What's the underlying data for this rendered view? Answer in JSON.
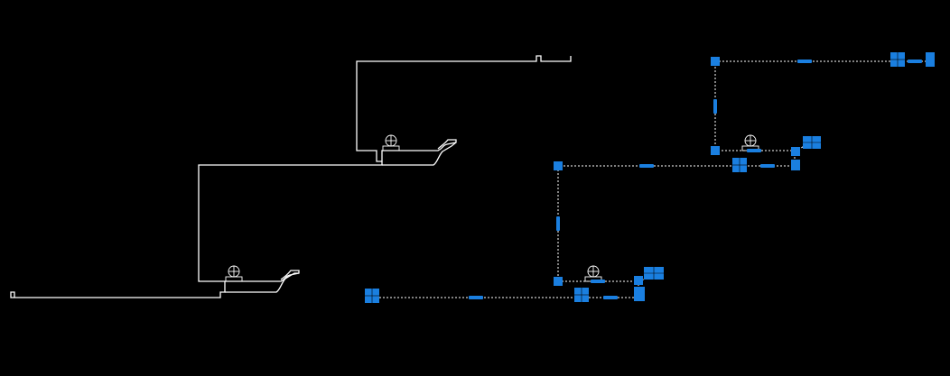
{
  "canvas": {
    "background": "#000000",
    "line_color": "#ffffff",
    "grip_color": "#1a7fe0"
  },
  "objects": [
    {
      "name": "stair-profile-left",
      "state": "unselected"
    },
    {
      "name": "stair-profile-middle",
      "state": "unselected"
    },
    {
      "name": "stair-profile-selected",
      "state": "selected"
    }
  ],
  "icons": [
    "pedestal-symbol-icon",
    "grip-icon"
  ]
}
